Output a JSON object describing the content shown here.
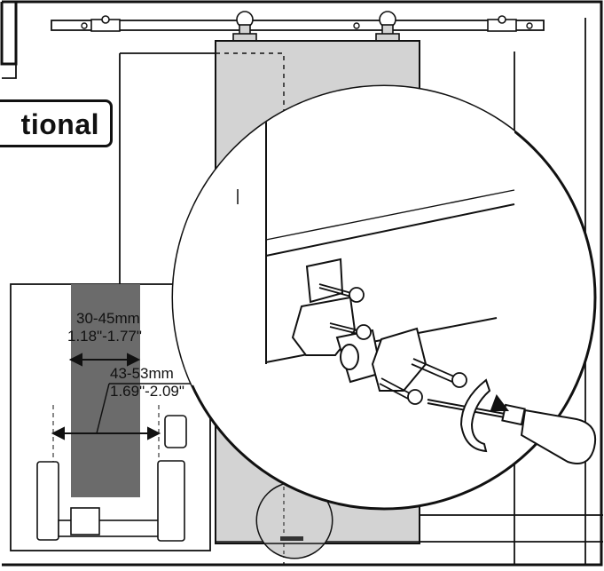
{
  "banner": {
    "text": "tional"
  },
  "dimensions": {
    "width_range_mm": "30-45mm",
    "width_range_in": "1.18\"-1.77\"",
    "gap_range_mm": "43-53mm",
    "gap_range_in": "1.69\"-2.09\""
  },
  "colors": {
    "door_panel": "#d3d3d3",
    "door_section_dark": "#6b6b6b",
    "line": "#111111",
    "background": "#ffffff"
  },
  "icons": [
    "rail-hanger-icon",
    "screw-icon",
    "screwdriver-icon",
    "rotation-arrow-icon",
    "floor-guide-icon"
  ]
}
